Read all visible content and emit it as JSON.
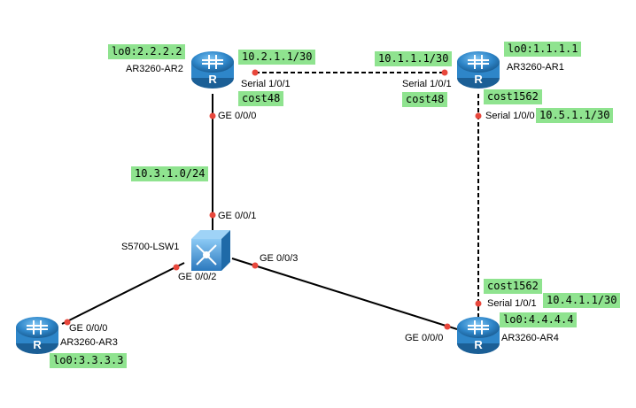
{
  "links": [
    {
      "id": "ar2-ar1",
      "label": "serial link AR2 to AR1",
      "style": "dashed"
    },
    {
      "id": "ar1-ar4",
      "label": "serial link AR1 to AR4",
      "style": "dashed"
    },
    {
      "id": "ar2-lsw",
      "label": "ethernet link AR2 to LSW1",
      "style": "solid"
    },
    {
      "id": "lsw-ar3",
      "label": "ethernet link LSW1 to AR3",
      "style": "solid"
    },
    {
      "id": "lsw-ar4",
      "label": "ethernet link LSW1 to AR4",
      "style": "solid"
    }
  ],
  "devices": {
    "ar1": {
      "name": "AR3260-AR1",
      "loopback": "lo0:1.1.1.1",
      "icon": "router-icon"
    },
    "ar2": {
      "name": "AR3260-AR2",
      "loopback": "lo0:2.2.2.2",
      "icon": "router-icon"
    },
    "ar3": {
      "name": "AR3260-AR3",
      "loopback": "lo0:3.3.3.3",
      "icon": "router-icon"
    },
    "ar4": {
      "name": "AR3260-AR4",
      "loopback": "lo0:4.4.4.4",
      "icon": "router-icon"
    },
    "lsw1": {
      "name": "S5700-LSW1",
      "icon": "switch-icon"
    }
  },
  "ports": {
    "ar2_serial": "Serial 1/0/1",
    "ar1_serial_left": "Serial 1/0/1",
    "ar1_serial_down": "Serial 1/0/0",
    "ar4_serial": "Serial 1/0/1",
    "ar2_ge": "GE 0/0/0",
    "lsw_ge1": "GE 0/0/1",
    "lsw_ge2": "GE 0/0/2",
    "lsw_ge3": "GE 0/0/3",
    "ar3_ge": "GE 0/0/0",
    "ar4_ge": "GE 0/0/0"
  },
  "tags": {
    "ar2_ip": "10.2.1.1/30",
    "ar1_ip_left": "10.1.1.1/30",
    "ar2_cost": "cost48",
    "ar1_cost_left": "cost48",
    "ar1_cost_down": "cost1562",
    "ar1_ip_down": "10.5.1.1/30",
    "ar4_cost": "cost1562",
    "ar4_ip": "10.4.1.1/30",
    "lan_net": "10.3.1.0/24"
  },
  "colors": {
    "tag_bg": "#8fe38f",
    "router_fill": "#2e86c9",
    "switch_fill": "#3c8fd1",
    "port_dot": "#e8473c",
    "link": "#000000"
  }
}
